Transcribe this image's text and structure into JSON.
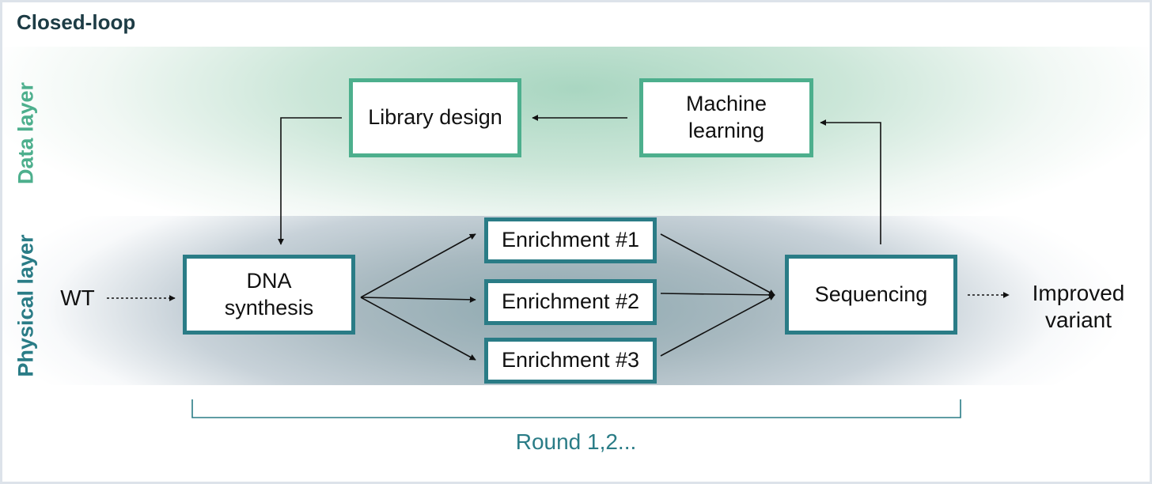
{
  "title": "Closed-loop",
  "layers": {
    "data": "Data layer",
    "physical": "Physical layer"
  },
  "nodes": {
    "library_design": "Library design",
    "machine_learning": "Machine\nlearning",
    "dna_synthesis": "DNA\nsynthesis",
    "enrichment_1": "Enrichment #1",
    "enrichment_2": "Enrichment #2",
    "enrichment_3": "Enrichment #3",
    "sequencing": "Sequencing"
  },
  "input_label": "WT",
  "output_label": "Improved\nvariant",
  "round_label": "Round 1,2...",
  "colors": {
    "data_accent": "#4daf8d",
    "physical_accent": "#2a7c86",
    "title": "#1d3c45"
  }
}
